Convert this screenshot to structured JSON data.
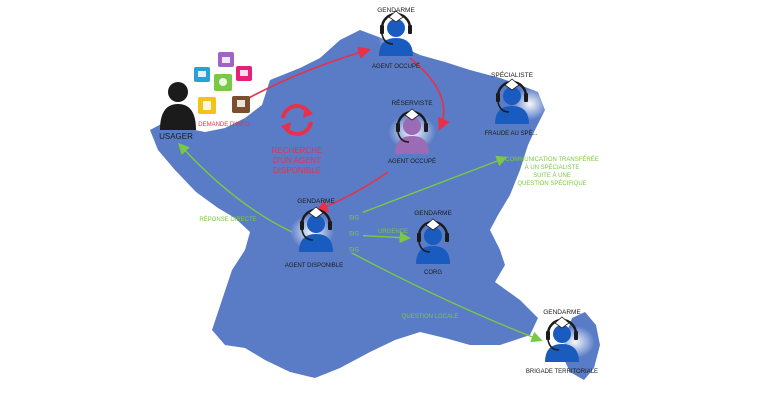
{
  "user": {
    "label": "USAGER",
    "request_label": "DEMANDE D'INFO"
  },
  "center": {
    "line1": "RECHERCHE",
    "line2": "D'UN AGENT",
    "line3": "DISPONIBLE",
    "refresh_icon": "refresh-icon"
  },
  "agents": {
    "north": {
      "role": "GENDARME",
      "caption": "AGENT OCCUPÉ"
    },
    "reservist": {
      "role": "RÉSERVISTE",
      "caption": "AGENT OCCUPÉ"
    },
    "specialist": {
      "role": "SPÉCIALISTE",
      "caption": "FRAUDE AU SPÉ..."
    },
    "available": {
      "role": "GENDARME",
      "caption": "AGENT DISPONIBLE"
    },
    "corg": {
      "role": "GENDARME",
      "caption": "CORG"
    },
    "brigade": {
      "role": "GENDARME",
      "caption": "BRIGADE TERRITORIALE"
    }
  },
  "flows": {
    "direct": "RÉPONSE DIRECTE",
    "specialist_transfer": [
      "COMMUNICATION TRANSFÉRÉE",
      "À UN SPÉCIALISTE",
      "SUITE À UNE",
      "QUESTION SPÉCIFIQUE"
    ],
    "urgence": "URGENCE",
    "locale": "QUESTION LOCALE",
    "badges": [
      "SIG",
      "SIG",
      "SIG"
    ]
  },
  "colors": {
    "map": "#5a7cc6",
    "agent": "#1a5bbf",
    "reservist": "#9b6bb5",
    "red": "#e8304a",
    "green": "#7ac943",
    "dark": "#1b1b1b"
  }
}
